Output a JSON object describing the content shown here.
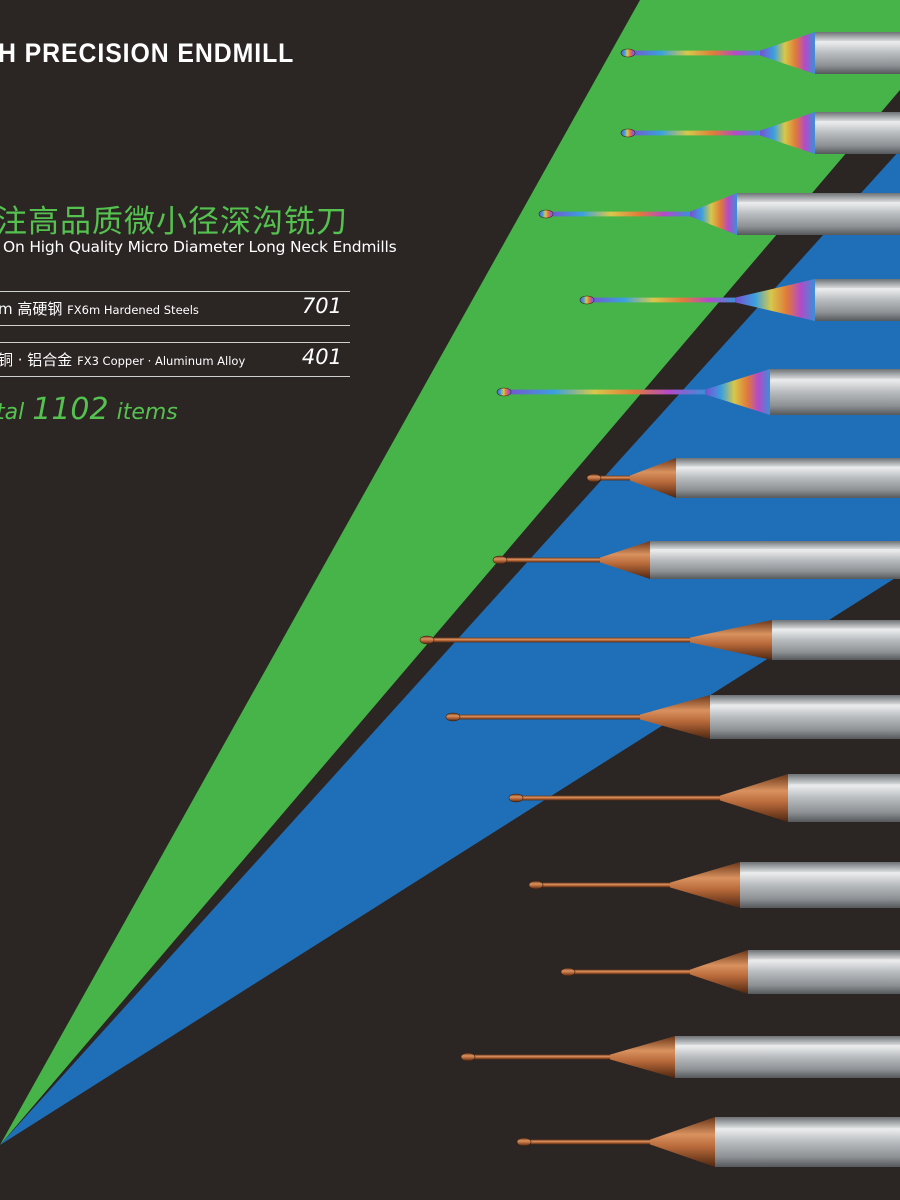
{
  "header": {
    "headline": "H PRECISION ENDMILL"
  },
  "titles": {
    "chinese": "注高品质微小径深沟铣刀",
    "english": "On High Quality Micro Diameter Long Neck Endmills"
  },
  "series": [
    {
      "label_cn": "m 高硬钢",
      "label_en": "FX6m Hardened Steels",
      "count": "701"
    },
    {
      "label_cn": "铜 · 铝合金",
      "label_en": "FX3 Copper · Aluminum Alloy",
      "count": "401"
    }
  ],
  "total": {
    "prefix": "tal",
    "value": "1102",
    "suffix": "items"
  },
  "colors": {
    "background": "#2b2524",
    "green": "#46b449",
    "blue": "#1f6fb8",
    "accent_text": "#55c24f",
    "copper": "#b86a3a",
    "steel": "#b5b8bb"
  },
  "tools": [
    {
      "coating": "rainbow"
    },
    {
      "coating": "rainbow"
    },
    {
      "coating": "rainbow"
    },
    {
      "coating": "rainbow"
    },
    {
      "coating": "rainbow"
    },
    {
      "coating": "copper"
    },
    {
      "coating": "copper"
    },
    {
      "coating": "copper"
    },
    {
      "coating": "copper"
    },
    {
      "coating": "copper"
    },
    {
      "coating": "copper"
    },
    {
      "coating": "copper"
    },
    {
      "coating": "copper"
    },
    {
      "coating": "copper"
    }
  ]
}
